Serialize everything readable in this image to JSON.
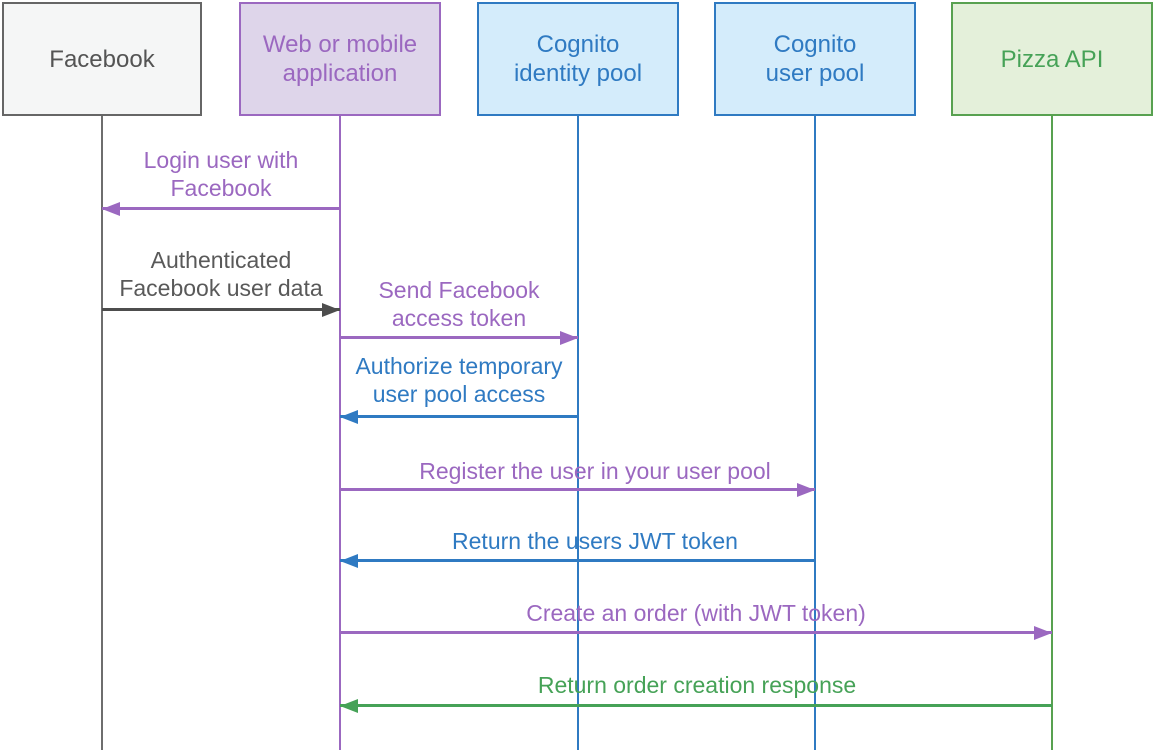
{
  "diagram": {
    "type": "sequence-diagram",
    "background": "#ffffff",
    "colors": {
      "gray_accent": "#595959",
      "purple_accent": "#9b68c0",
      "blue_accent": "#2f7ac2",
      "green_accent": "#46a257",
      "gray_fill": "#f5f6f6",
      "purple_fill": "#ded5ea",
      "blue_fill": "#d4ecfb",
      "green_fill": "#e4f0da"
    },
    "actors": [
      {
        "id": "facebook",
        "label": "Facebook",
        "fill": "#f5f6f6",
        "border": "#666666",
        "text_color": "#545454"
      },
      {
        "id": "web-or-mobile-application",
        "label": "Web or mobile\napplication",
        "fill": "#ded5ea",
        "border": "#9b68c0",
        "text_color": "#9b68c0"
      },
      {
        "id": "cognito-identity-pool",
        "label": "Cognito\nidentity pool",
        "fill": "#d4ecfb",
        "border": "#2f7ac2",
        "text_color": "#2f7ac2"
      },
      {
        "id": "cognito-user-pool",
        "label": "Cognito\nuser pool",
        "fill": "#d4ecfb",
        "border": "#2f7ac2",
        "text_color": "#2f7ac2"
      },
      {
        "id": "pizza-api",
        "label": "Pizza API",
        "fill": "#e4f0da",
        "border": "#58a150",
        "text_color": "#46a257"
      }
    ],
    "messages": [
      {
        "from": "Web or mobile application",
        "to": "Facebook",
        "direction": "left",
        "color": "#9b68c0",
        "label": "Login user with\nFacebook"
      },
      {
        "from": "Facebook",
        "to": "Web or mobile application",
        "direction": "right",
        "color": "#595959",
        "label": "Authenticated\nFacebook user data"
      },
      {
        "from": "Web or mobile application",
        "to": "Cognito identity pool",
        "direction": "right",
        "color": "#9b68c0",
        "label": "Send Facebook\naccess token"
      },
      {
        "from": "Cognito identity pool",
        "to": "Web or mobile application",
        "direction": "left",
        "color": "#2f7ac2",
        "label": "Authorize temporary\nuser pool access"
      },
      {
        "from": "Web or mobile application",
        "to": "Cognito user pool",
        "direction": "right",
        "color": "#9b68c0",
        "label": "Register the user in your user pool"
      },
      {
        "from": "Cognito user pool",
        "to": "Web or mobile application",
        "direction": "left",
        "color": "#2f7ac2",
        "label": "Return the users JWT token"
      },
      {
        "from": "Web or mobile application",
        "to": "Pizza API",
        "direction": "right",
        "color": "#9b68c0",
        "label": "Create an order (with JWT token)"
      },
      {
        "from": "Pizza API",
        "to": "Web or mobile application",
        "direction": "left",
        "color": "#46a257",
        "label": "Return order creation response"
      }
    ]
  }
}
